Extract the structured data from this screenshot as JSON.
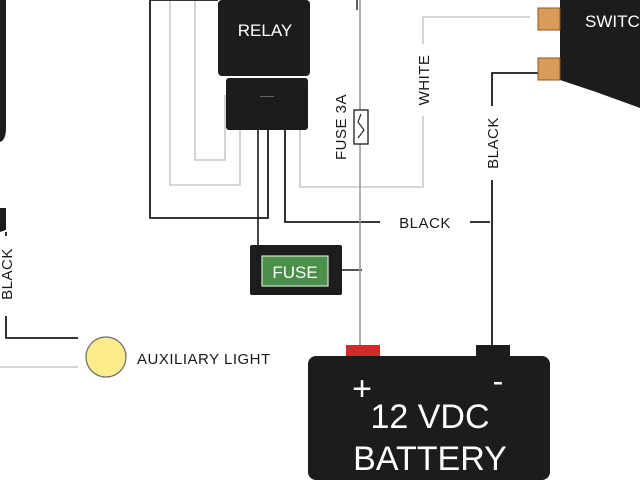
{
  "components": {
    "relay": {
      "label": "RELAY",
      "pin_mark": "—"
    },
    "switch": {
      "label": "SWITCH"
    },
    "inline_fuse": {
      "label": "FUSE 3A"
    },
    "fuse": {
      "label": "FUSE",
      "color": "#4a8f4a"
    },
    "auxiliary_light": {
      "label": "AUXILIARY LIGHT",
      "color": "#fcec8c"
    },
    "battery": {
      "line1": "12 VDC",
      "line2": "BATTERY",
      "positive": "+",
      "negative": "-",
      "positive_terminal_color": "#d42a2a",
      "body_color": "#1c1c1c"
    }
  },
  "wire_labels": {
    "white": "WHITE",
    "black_switch": "BLACK",
    "black_ground": "BLACK",
    "black_left": "BLACK"
  },
  "wire_colors": {
    "black": "#1a1a1a",
    "white": "#c8c8c8",
    "red": "#9a9a9a"
  }
}
